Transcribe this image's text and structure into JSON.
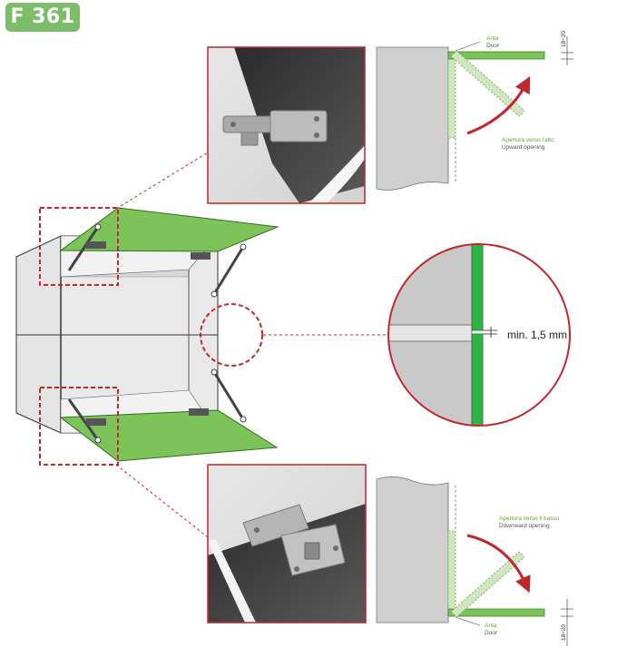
{
  "badge": {
    "label": "F 361"
  },
  "top_detail": {
    "door_it": "Anta",
    "door_en": "Door",
    "opening_it": "Apertura verso l'alto",
    "opening_en": "Upward opening",
    "thickness": "18÷20"
  },
  "bottom_detail": {
    "door_it": "Anta",
    "door_en": "Door",
    "opening_it": "Apertura verso il basso",
    "opening_en": "Downward opening",
    "thickness": "18÷20"
  },
  "gap_detail": {
    "label": "min. 1,5 mm"
  },
  "colors": {
    "badge": "#7dbd6a",
    "door_green": "#7cc35a",
    "gap_green": "#2fb344",
    "callout_red": "#c1272d",
    "cabinet_grey": "#cfcfcf"
  }
}
